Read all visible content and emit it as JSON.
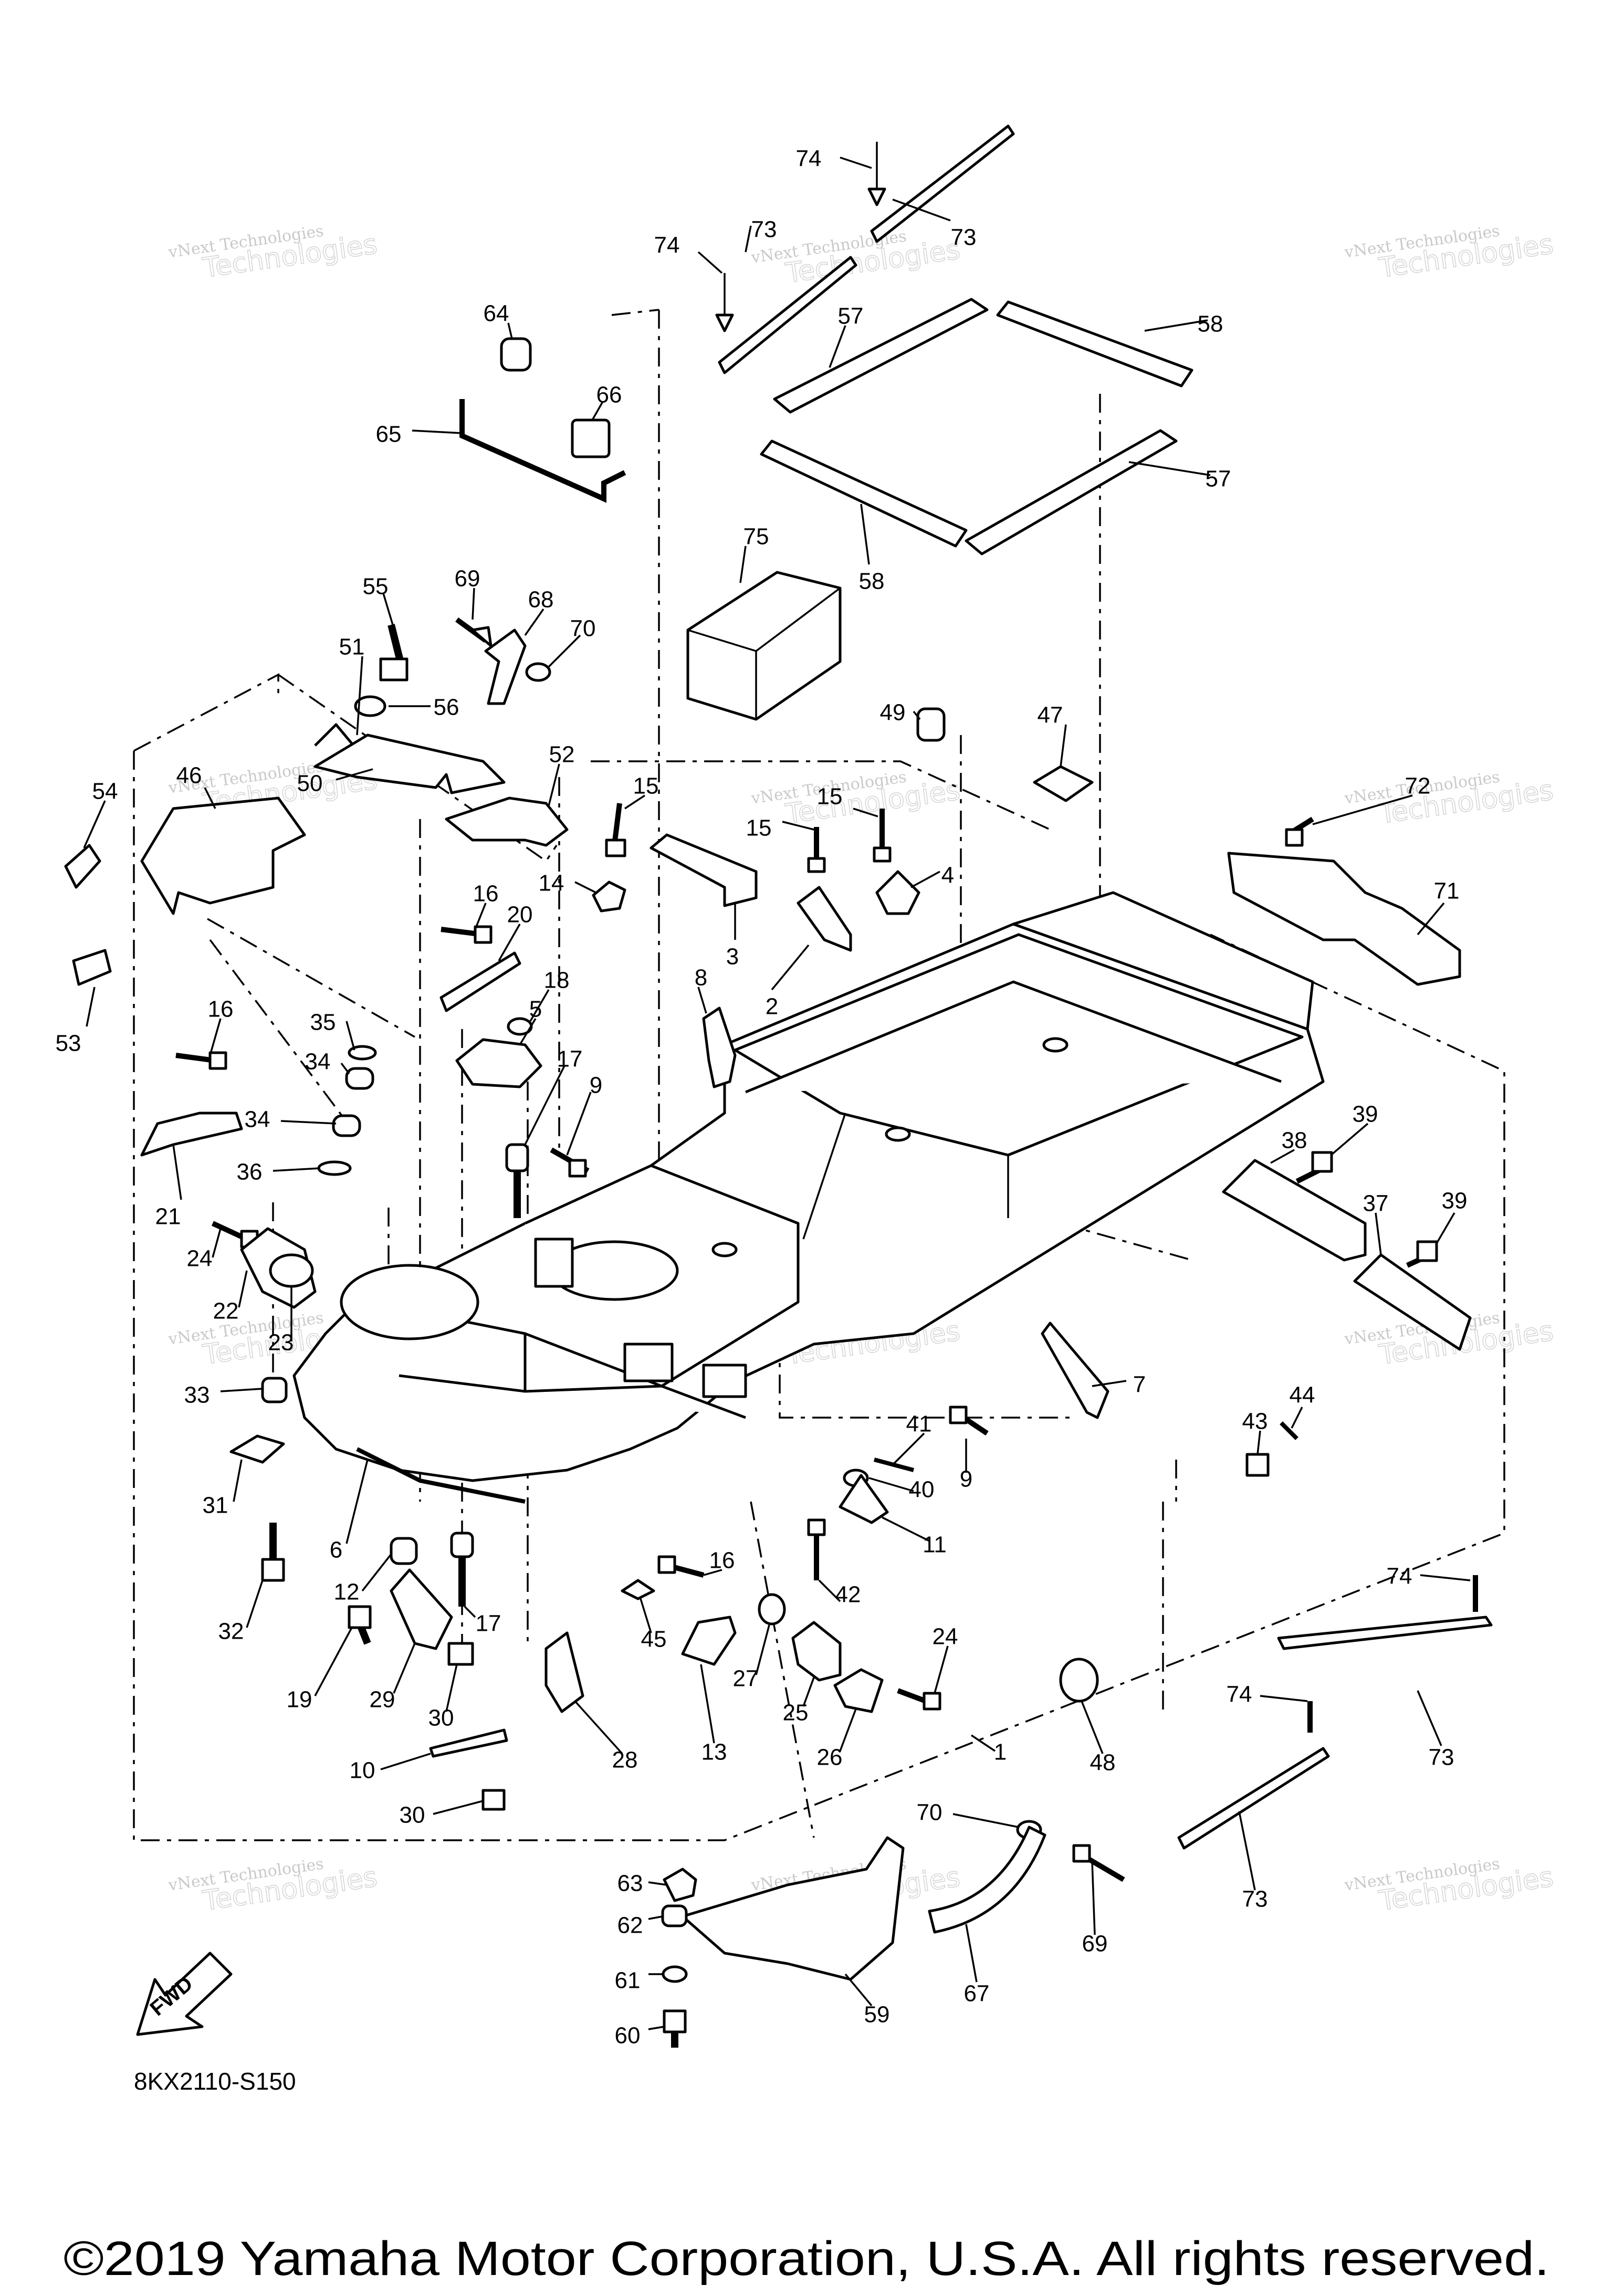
{
  "diagram_code": "8KX2110-S150",
  "copyright": "©2019 Yamaha Motor Corporation, U.S.A. All rights reserved.",
  "watermark": {
    "line1": "vNext Technologies",
    "line2": "Technologies"
  },
  "fwd_label": "FWD",
  "callouts": [
    {
      "id": "74a",
      "label": "74"
    },
    {
      "id": "73a",
      "label": "73"
    },
    {
      "id": "73b",
      "label": "73"
    },
    {
      "id": "74b",
      "label": "74"
    },
    {
      "id": "57a",
      "label": "57"
    },
    {
      "id": "58a",
      "label": "58"
    },
    {
      "id": "57b",
      "label": "57"
    },
    {
      "id": "58b",
      "label": "58"
    },
    {
      "id": "64",
      "label": "64"
    },
    {
      "id": "66",
      "label": "66"
    },
    {
      "id": "65",
      "label": "65"
    },
    {
      "id": "75",
      "label": "75"
    },
    {
      "id": "55",
      "label": "55"
    },
    {
      "id": "69a",
      "label": "69"
    },
    {
      "id": "68",
      "label": "68"
    },
    {
      "id": "70a",
      "label": "70"
    },
    {
      "id": "51",
      "label": "51"
    },
    {
      "id": "56",
      "label": "56"
    },
    {
      "id": "50",
      "label": "50"
    },
    {
      "id": "52",
      "label": "52"
    },
    {
      "id": "49",
      "label": "49"
    },
    {
      "id": "47",
      "label": "47"
    },
    {
      "id": "54",
      "label": "54"
    },
    {
      "id": "46",
      "label": "46"
    },
    {
      "id": "53",
      "label": "53"
    },
    {
      "id": "15a",
      "label": "15"
    },
    {
      "id": "15b",
      "label": "15"
    },
    {
      "id": "15c",
      "label": "15"
    },
    {
      "id": "14",
      "label": "14"
    },
    {
      "id": "4",
      "label": "4"
    },
    {
      "id": "3",
      "label": "3"
    },
    {
      "id": "2",
      "label": "2"
    },
    {
      "id": "72",
      "label": "72"
    },
    {
      "id": "71",
      "label": "71"
    },
    {
      "id": "16a",
      "label": "16"
    },
    {
      "id": "20",
      "label": "20"
    },
    {
      "id": "18",
      "label": "18"
    },
    {
      "id": "5",
      "label": "5"
    },
    {
      "id": "8",
      "label": "8"
    },
    {
      "id": "16b",
      "label": "16"
    },
    {
      "id": "35",
      "label": "35"
    },
    {
      "id": "34a",
      "label": "34"
    },
    {
      "id": "17a",
      "label": "17"
    },
    {
      "id": "9a",
      "label": "9"
    },
    {
      "id": "21",
      "label": "21"
    },
    {
      "id": "34b",
      "label": "34"
    },
    {
      "id": "36",
      "label": "36"
    },
    {
      "id": "38",
      "label": "38"
    },
    {
      "id": "39a",
      "label": "39"
    },
    {
      "id": "37",
      "label": "37"
    },
    {
      "id": "39b",
      "label": "39"
    },
    {
      "id": "24a",
      "label": "24"
    },
    {
      "id": "22",
      "label": "22"
    },
    {
      "id": "23",
      "label": "23"
    },
    {
      "id": "7",
      "label": "7"
    },
    {
      "id": "33",
      "label": "33"
    },
    {
      "id": "44",
      "label": "44"
    },
    {
      "id": "43",
      "label": "43"
    },
    {
      "id": "41",
      "label": "41"
    },
    {
      "id": "9b",
      "label": "9"
    },
    {
      "id": "40",
      "label": "40"
    },
    {
      "id": "31",
      "label": "31"
    },
    {
      "id": "6",
      "label": "6"
    },
    {
      "id": "11",
      "label": "11"
    },
    {
      "id": "12",
      "label": "12"
    },
    {
      "id": "16c",
      "label": "16"
    },
    {
      "id": "42",
      "label": "42"
    },
    {
      "id": "32",
      "label": "32"
    },
    {
      "id": "17b",
      "label": "17"
    },
    {
      "id": "45",
      "label": "45"
    },
    {
      "id": "24b",
      "label": "24"
    },
    {
      "id": "74c",
      "label": "74"
    },
    {
      "id": "19",
      "label": "19"
    },
    {
      "id": "29",
      "label": "29"
    },
    {
      "id": "30a",
      "label": "30"
    },
    {
      "id": "27",
      "label": "27"
    },
    {
      "id": "25",
      "label": "25"
    },
    {
      "id": "26",
      "label": "26"
    },
    {
      "id": "13",
      "label": "13"
    },
    {
      "id": "1",
      "label": "1"
    },
    {
      "id": "48",
      "label": "48"
    },
    {
      "id": "74d",
      "label": "74"
    },
    {
      "id": "73c",
      "label": "73"
    },
    {
      "id": "10",
      "label": "10"
    },
    {
      "id": "28",
      "label": "28"
    },
    {
      "id": "30b",
      "label": "30"
    },
    {
      "id": "70b",
      "label": "70"
    },
    {
      "id": "69b",
      "label": "69"
    },
    {
      "id": "73d",
      "label": "73"
    },
    {
      "id": "63",
      "label": "63"
    },
    {
      "id": "62",
      "label": "62"
    },
    {
      "id": "61",
      "label": "61"
    },
    {
      "id": "60",
      "label": "60"
    },
    {
      "id": "59",
      "label": "59"
    },
    {
      "id": "67",
      "label": "67"
    }
  ]
}
